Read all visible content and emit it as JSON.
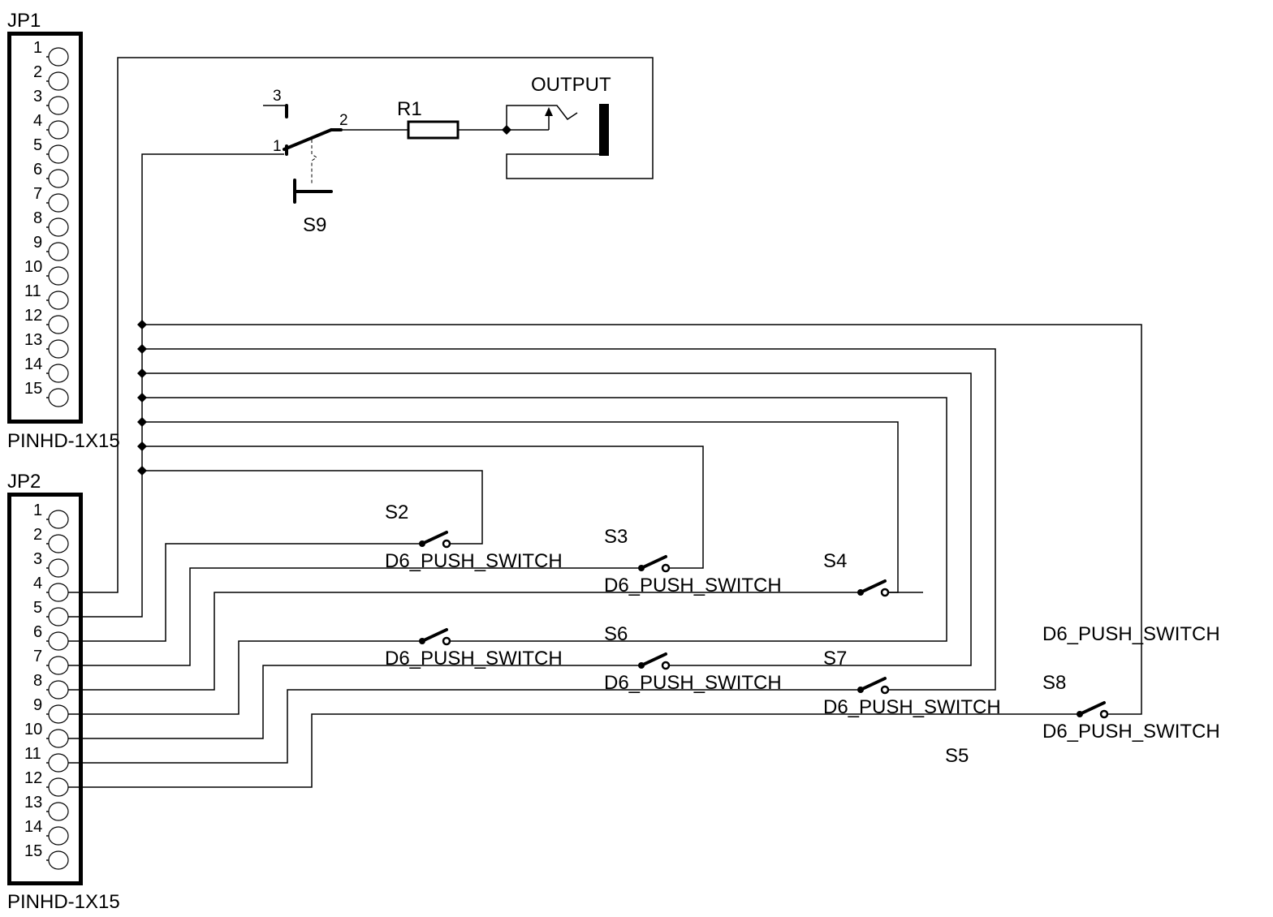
{
  "colors": {
    "ink": "#000000",
    "background": "#ffffff"
  },
  "connectors": [
    {
      "ref": "JP1",
      "value": "PINHD-1X15",
      "pins": [
        "1",
        "2",
        "3",
        "4",
        "5",
        "6",
        "7",
        "8",
        "9",
        "10",
        "11",
        "12",
        "13",
        "14",
        "15"
      ]
    },
    {
      "ref": "JP2",
      "value": "PINHD-1X15",
      "pins": [
        "1",
        "2",
        "3",
        "4",
        "5",
        "6",
        "7",
        "8",
        "9",
        "10",
        "11",
        "12",
        "13",
        "14",
        "15"
      ]
    }
  ],
  "toggle_switch": {
    "ref": "S9",
    "pin_labels": [
      "1",
      "2",
      "3"
    ]
  },
  "resistor": {
    "ref": "R1"
  },
  "jack": {
    "ref": "OUTPUT"
  },
  "push_switches": [
    {
      "ref": "S2",
      "value": "D6_PUSH_SWITCH"
    },
    {
      "ref": "S3",
      "value": "D6_PUSH_SWITCH"
    },
    {
      "ref": "S4",
      "value": "D6_PUSH_SWITCH"
    },
    {
      "ref": "S5",
      "value": "D6_PUSH_SWITCH"
    },
    {
      "ref": "S6",
      "value": "D6_PUSH_SWITCH"
    },
    {
      "ref": "S7",
      "value": "D6_PUSH_SWITCH"
    },
    {
      "ref": "S8",
      "value": "D6_PUSH_SWITCH"
    }
  ]
}
